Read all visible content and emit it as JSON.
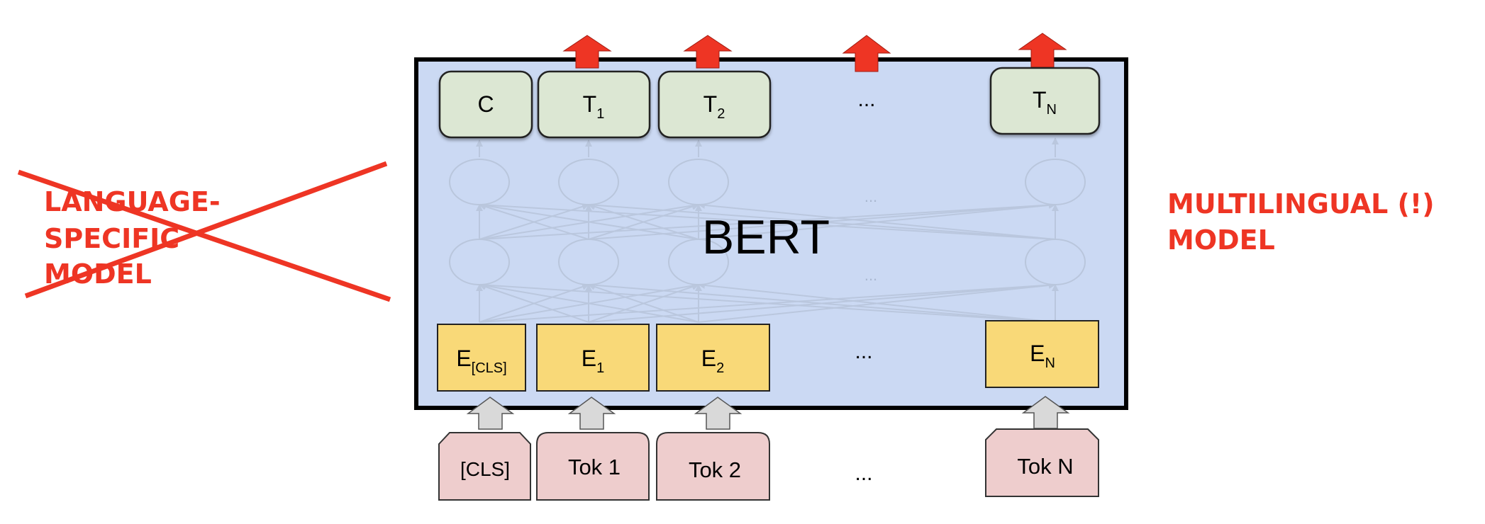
{
  "diagram": {
    "model_label": "BERT",
    "outputs": [
      {
        "main": "C",
        "sub": ""
      },
      {
        "main": "T",
        "sub": "1"
      },
      {
        "main": "T",
        "sub": "2"
      },
      {
        "main": "T",
        "sub": "N"
      }
    ],
    "embeddings": [
      {
        "main": "E",
        "sub": "[CLS]"
      },
      {
        "main": "E",
        "sub": "1"
      },
      {
        "main": "E",
        "sub": "2"
      },
      {
        "main": "E",
        "sub": "N"
      }
    ],
    "tokens": [
      "[CLS]",
      "Tok 1",
      "Tok 2",
      "Tok N"
    ],
    "ellipsis": "...",
    "annotations": {
      "crossed_out": [
        "LANGUAGE-",
        "SPECIFIC",
        "MODEL"
      ],
      "highlight": [
        "MULTILINGUAL (!)",
        "MODEL"
      ]
    },
    "colors": {
      "accent_red": "#ee3524",
      "model_fill": "#cbd9f3",
      "output_fill": "#dce7d3",
      "embedding_fill": "#f9d978",
      "token_fill": "#eecdcd",
      "input_arrow_fill": "#d9d9d9"
    }
  }
}
